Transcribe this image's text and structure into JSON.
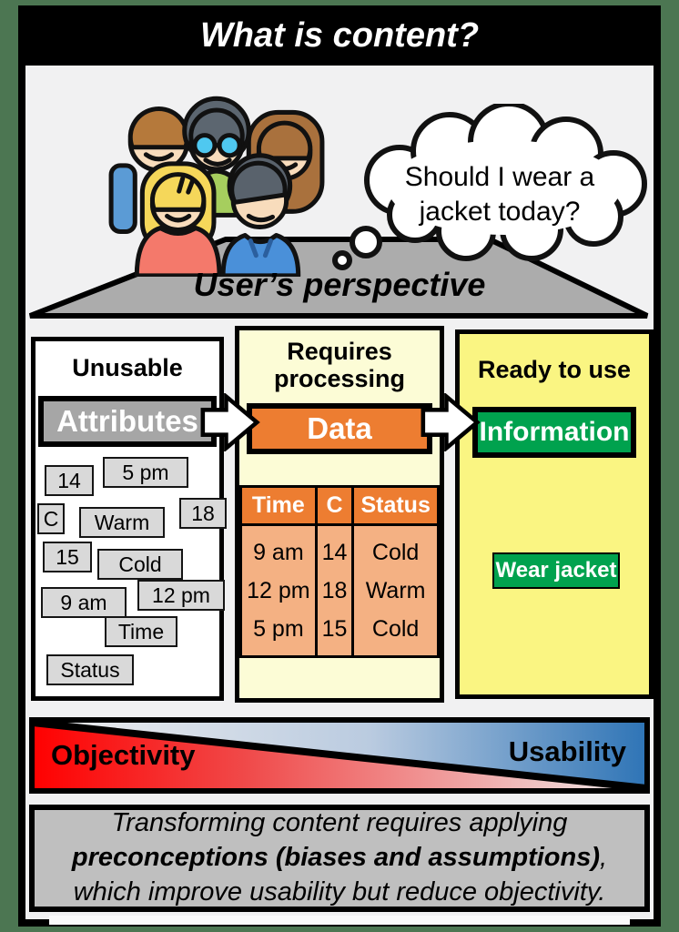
{
  "title": "What is content?",
  "thought": {
    "line1": "Should I wear a",
    "line2": "jacket today?"
  },
  "roof": {
    "label": "User’s perspective"
  },
  "stages": {
    "attributes": {
      "heading": "Unusable",
      "label": "Attributes",
      "chips": [
        "14",
        "5 pm",
        "C",
        "Warm",
        "18",
        "15",
        "Cold",
        "9 am",
        "12 pm",
        "Time",
        "Status"
      ]
    },
    "data": {
      "heading": "Requires processing",
      "label": "Data",
      "table": {
        "headers": [
          "Time",
          "C",
          "Status"
        ],
        "rows": [
          [
            "9 am",
            "14",
            "Cold"
          ],
          [
            "12 pm",
            "18",
            "Warm"
          ],
          [
            "5 pm",
            "15",
            "Cold"
          ]
        ]
      }
    },
    "information": {
      "heading": "Ready to use",
      "label": "Information",
      "result": "Wear jacket"
    }
  },
  "spectrum": {
    "left": "Objectivity",
    "right": "Usability",
    "red": "#FF0000",
    "blue": "#2E74B6"
  },
  "footer": {
    "text_start": "Transforming content requires applying ",
    "text_bold": "preconceptions (biases and assumptions)",
    "text_end": ", which improve usability but reduce objectivity."
  },
  "colors": {
    "matte_green": "#4C7652",
    "orange": "#ED7D31",
    "orange_light": "#F4B183",
    "green": "#00A24E",
    "yellow": "#FAF582",
    "cream": "#FCFCD6",
    "gray_stage": "#A6A6A6",
    "chip_gray": "#D9D9D9",
    "roof_gray": "#ACACAC",
    "footer_gray": "#BFBFBF"
  }
}
